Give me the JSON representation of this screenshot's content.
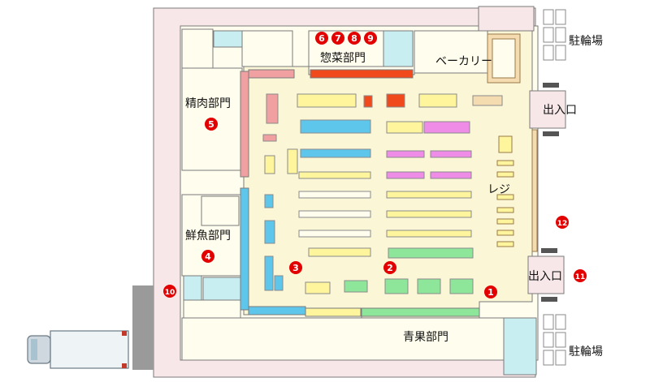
{
  "labels": {
    "meat": "精肉部門",
    "fish": "鮮魚部門",
    "deli": "惣菜部門",
    "bakery": "ベーカリー",
    "register": "レジ",
    "produce": "青果部門",
    "entrance_top": "出入口",
    "entrance_bottom": "出入口",
    "parking_top": "駐輪場",
    "parking_bottom": "駐輪場"
  },
  "markers": [
    "1",
    "2",
    "3",
    "4",
    "5",
    "6",
    "7",
    "8",
    "9",
    "10",
    "11",
    "12"
  ],
  "colors": {
    "outer_wall": "#f7e7e8",
    "floor": "#fbf7d6",
    "backroom": "#fffdee",
    "wall_line": "#7a7a7a",
    "marker": "#e30000",
    "shelf_yellow": "#fff59c",
    "shelf_blue": "#5ec6ea",
    "shelf_pink": "#ef8ce8",
    "shelf_green": "#8ee69a",
    "shelf_red": "#f04a1c",
    "shelf_salmon": "#f0a0a0",
    "shelf_tan": "#f5dcb0",
    "glass": "#c9eef2",
    "truck": "#cfd8de",
    "dock": "#9a9a9a"
  }
}
